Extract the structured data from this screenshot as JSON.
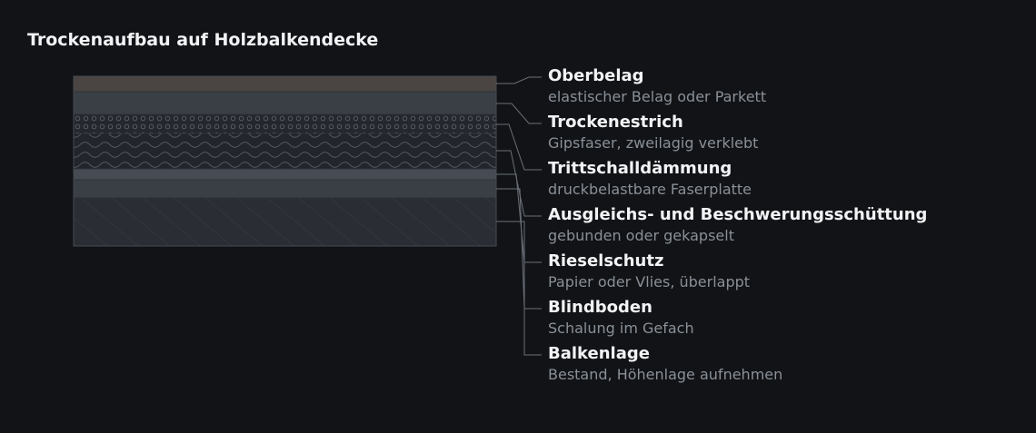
{
  "title": "Trockenaufbau auf Holzbalkendecke",
  "layers": [
    {
      "name": "Oberbelag",
      "description": "elastischer Belag oder Parkett",
      "color": "#4a4542"
    },
    {
      "name": "Trockenestrich",
      "description": "Gipsfaser, zweilagig verklebt",
      "color": "#3a3e45"
    },
    {
      "name": "Trittschalldämmung",
      "description": "druckbelastbare Faserplatte",
      "color": "#24272d"
    },
    {
      "name": "Ausgleichs- und Beschwerungsschüttung",
      "description": "gebunden oder gekapselt",
      "color": "#22252b"
    },
    {
      "name": "Rieselschutz",
      "description": "Papier oder Vlies, überlappt",
      "color": "#474c54"
    },
    {
      "name": "Blindboden",
      "description": "Schalung im Gefach",
      "color": "#3a3e45"
    },
    {
      "name": "Balkenlage",
      "description": "Bestand, Höhenlage aufnehmen",
      "color": "#2a2d33"
    }
  ],
  "colors": {
    "background": "#111316",
    "title": "#f2f3f5",
    "label": "#f2f3f5",
    "description": "#8a9098",
    "leader": "#6b7078",
    "pattern": "#5a5f68"
  }
}
